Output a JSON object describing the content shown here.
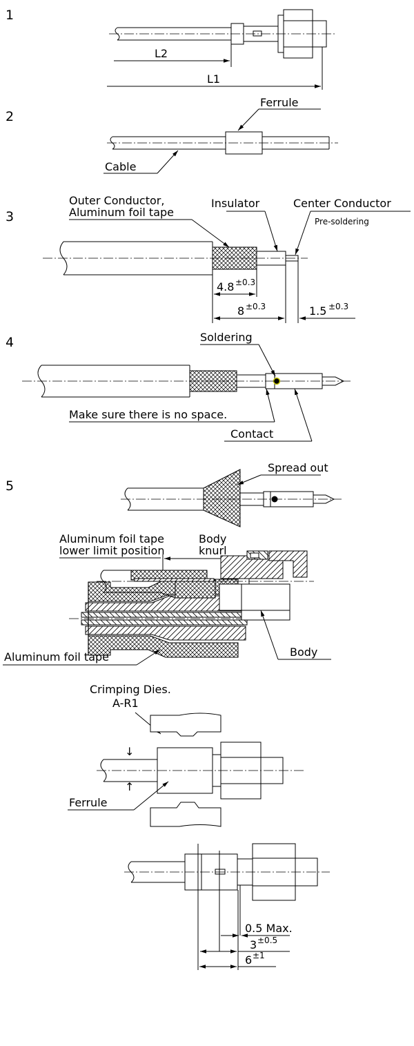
{
  "steps": [
    {
      "number": "1",
      "labels": {
        "l2": "L2",
        "l1": "L1"
      }
    },
    {
      "number": "2",
      "labels": {
        "ferrule": "Ferrule",
        "cable": "Cable"
      }
    },
    {
      "number": "3",
      "labels": {
        "outer_conductor_1": "Outer Conductor,",
        "outer_conductor_2": "Aluminum foil tape",
        "insulator": "Insulator",
        "center_conductor": "Center Conductor",
        "pre_soldering": "Pre-soldering",
        "dim_a_value": "4.8",
        "dim_a_tol": "±0.3",
        "dim_b_value": "8",
        "dim_b_tol": "±0.3",
        "dim_c_value": "1.5",
        "dim_c_tol": "±0.3"
      }
    },
    {
      "number": "4",
      "labels": {
        "soldering": "Soldering",
        "no_space": "Make sure there is no space.",
        "contact": "Contact"
      }
    },
    {
      "number": "5",
      "labels": {
        "spread_out": "Spread out"
      }
    }
  ],
  "section": {
    "foil_lower_1": "Aluminum foil tape",
    "foil_lower_2": "lower limit position",
    "body_knurl_1": "Body",
    "body_knurl_2": "knurl",
    "foil_tape": "Aluminum foil tape"
  },
  "assembly": {
    "body": "Body"
  },
  "crimp": {
    "dies_1": "Crimping Dies.",
    "dies_2": "A-R1",
    "ferrule": "Ferrule",
    "arrow_down": "↓",
    "arrow_up": "↑"
  },
  "final": {
    "dim_max": "0.5 Max.",
    "dim_3_value": "3",
    "dim_3_tol": "±0.5",
    "dim_6_value": "6",
    "dim_6_tol": "±1"
  }
}
